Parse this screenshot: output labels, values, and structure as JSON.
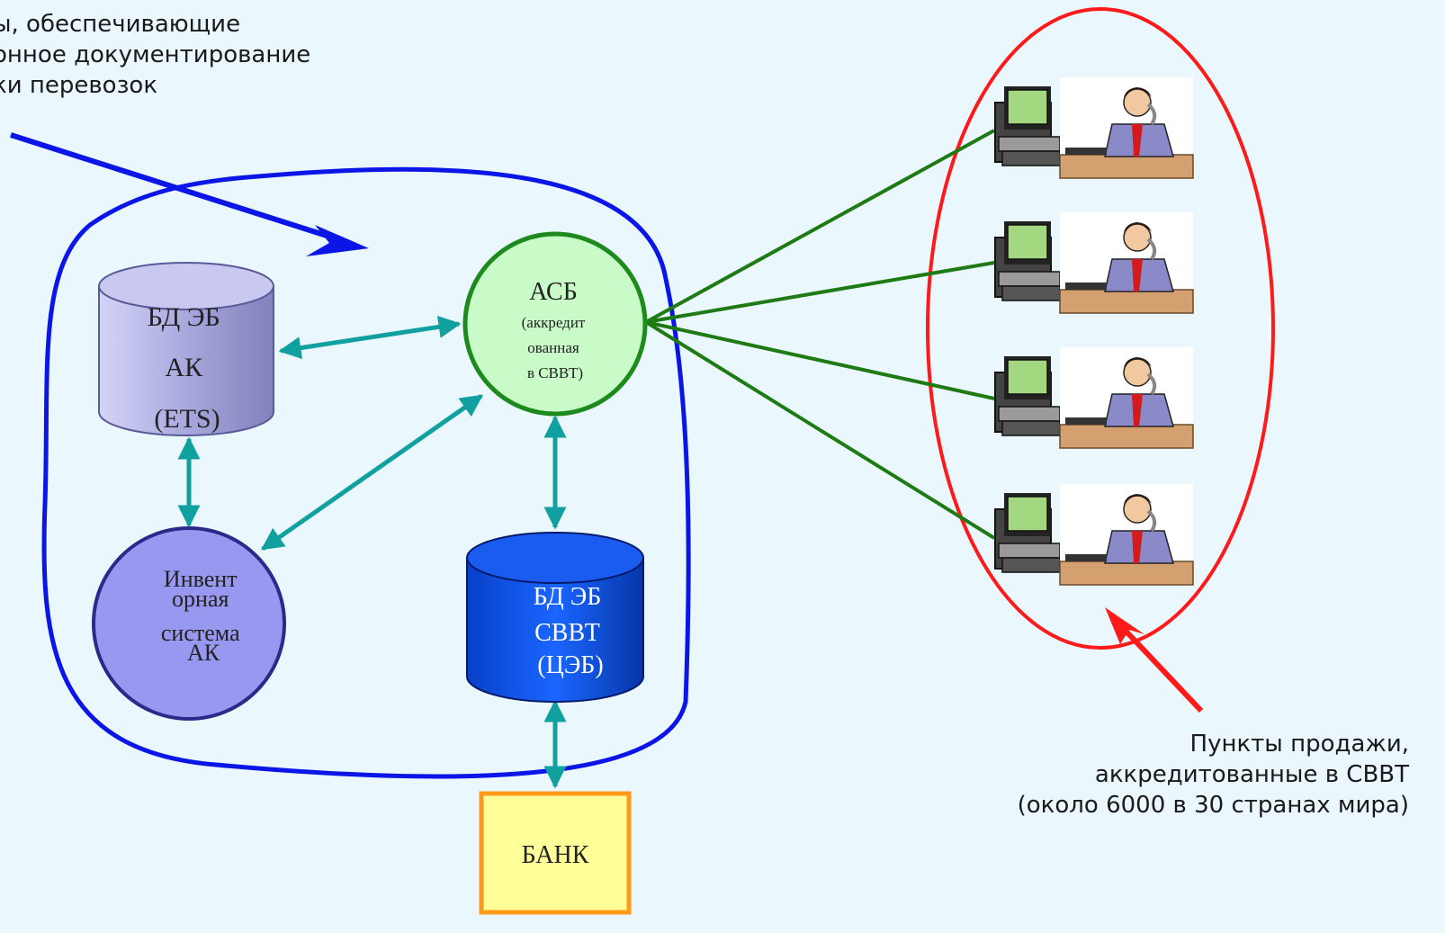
{
  "captions": {
    "top": [
      "ы, обеспечивающие",
      "онное документирование",
      "ки перевозок"
    ],
    "bottom_right": [
      "Пункты продажи,",
      "аккредитованные в СВВТ",
      "(около 6000 в 30 странах мира)"
    ]
  },
  "nodes": {
    "db_ets": [
      "БД ЭБ",
      "АК",
      "(ETS)"
    ],
    "asb_title": "АСБ",
    "asb_sub": [
      "(аккредит",
      "ованная",
      "в СВВТ)"
    ],
    "inventory": [
      "Инвент",
      "орная",
      "система",
      "АК"
    ],
    "db_svvt": [
      "БД ЭБ",
      "СВВТ",
      "(ЦЭБ)"
    ],
    "bank": "БАНК"
  },
  "colors": {
    "background": "#eaf7fd",
    "boundary": "#0b16e6",
    "outlet_group": "#ff1a1a",
    "link_teal": "#11a0a0",
    "link_green": "#1e7a12",
    "asb_fill": "#c8fbc8",
    "asb_border": "#1e8a1e",
    "db_ets_fill": "#b4b4e6",
    "inventory_fill": "#9898f0",
    "db_svvt_fill": "#0a56e8",
    "bank_fill": "#ffff9a",
    "bank_border": "#ff9a1a"
  },
  "icons": [
    "computer-terminal-icon",
    "operator-on-phone-icon"
  ]
}
